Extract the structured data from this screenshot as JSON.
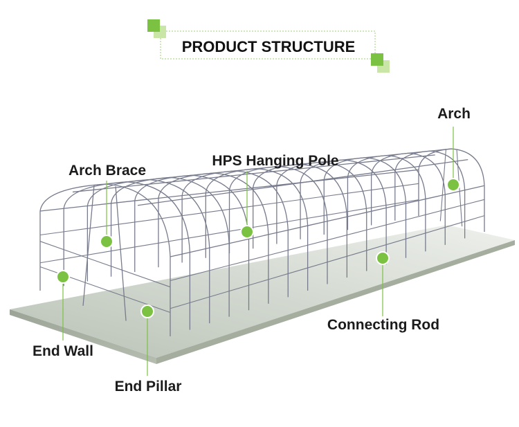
{
  "header": {
    "title": "PRODUCT STRUCTURE"
  },
  "colors": {
    "accent": "#7cc242",
    "accent_light": "#c9e6a6",
    "frame": "#777b8c",
    "ground": "#bfc8bd"
  },
  "labels": {
    "arch": "Arch",
    "hps_hanging_pole": "HPS Hanging Pole",
    "arch_brace": "Arch Brace",
    "connecting_rod": "Connecting Rod",
    "end_wall": "End Wall",
    "end_pillar": "End Pillar"
  }
}
